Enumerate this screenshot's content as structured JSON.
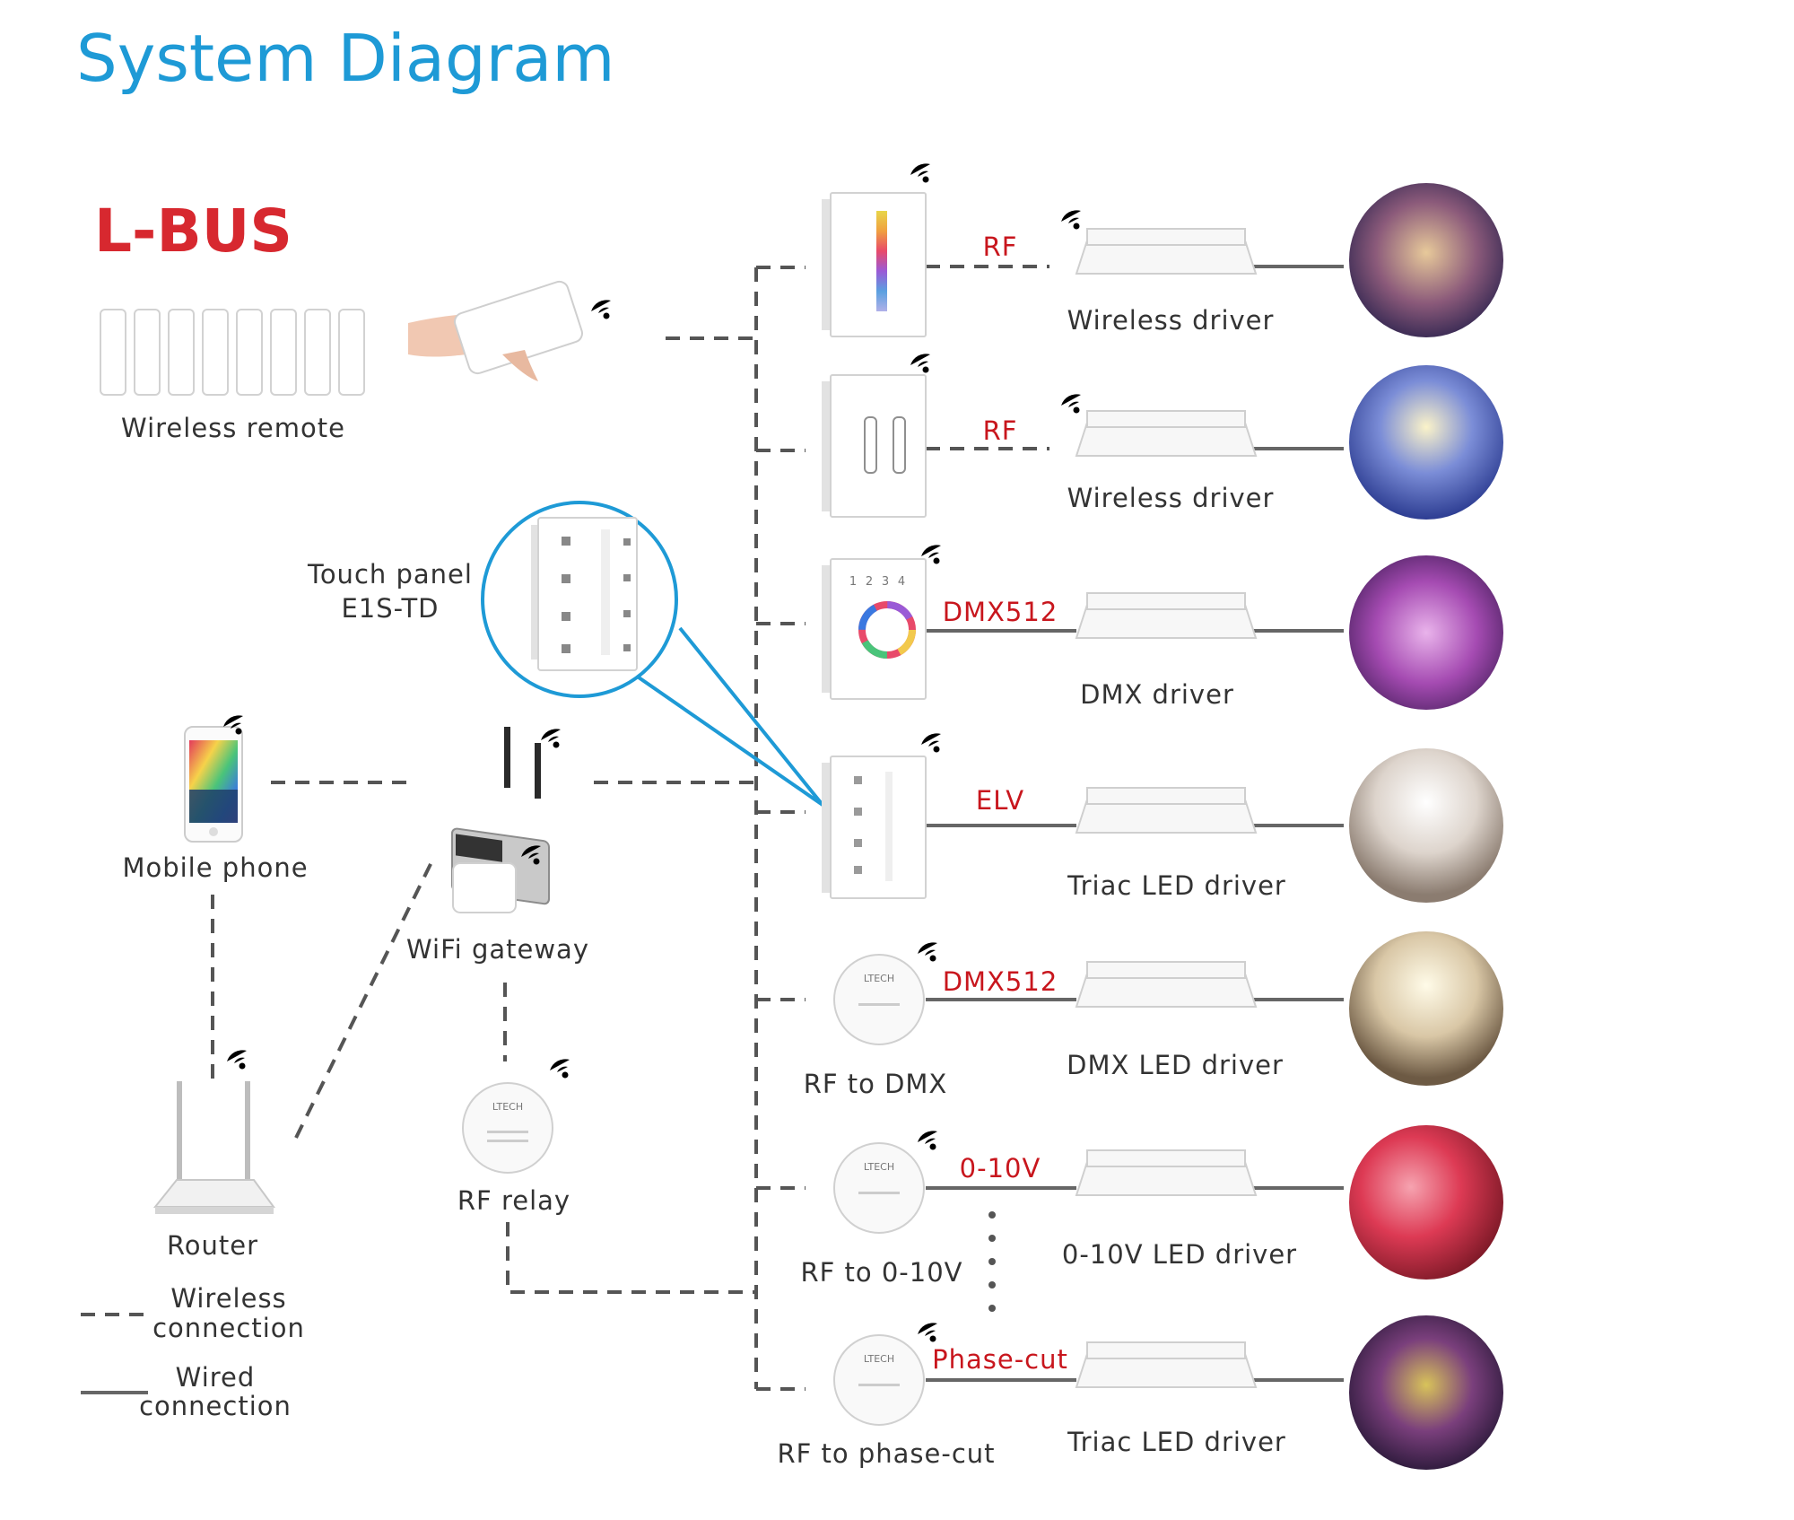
{
  "title": "System Diagram",
  "logo": "L-BUS",
  "devices": {
    "wireless_remote": "Wireless remote",
    "touch_panel_line1": "Touch panel",
    "touch_panel_line2": "E1S-TD",
    "mobile_phone": "Mobile phone",
    "wifi_gateway": "WiFi gateway",
    "router": "Router",
    "rf_relay": "RF relay",
    "rf_to_dmx": "RF to DMX",
    "rf_to_010v": "RF to 0-10V",
    "rf_to_phasecut": "RF to phase-cut"
  },
  "drivers": [
    {
      "label": "Wireless driver",
      "protocol": "RF"
    },
    {
      "label": "Wireless driver",
      "protocol": "RF"
    },
    {
      "label": "DMX driver",
      "protocol": "DMX512"
    },
    {
      "label": "Triac LED driver",
      "protocol": "ELV"
    },
    {
      "label": "DMX LED driver",
      "protocol": "DMX512"
    },
    {
      "label": "0-10V LED driver",
      "protocol": "0-10V"
    },
    {
      "label": "Triac LED driver",
      "protocol": "Phase-cut"
    }
  ],
  "legend": {
    "wireless_line1": "Wireless",
    "wireless_line2": "connection",
    "wired_line1": "Wired",
    "wired_line2": "connection"
  },
  "panel_numbers": [
    "1",
    "2",
    "3",
    "4"
  ],
  "colors": {
    "title": "#1e9ad6",
    "logo": "#d7282f",
    "protocol": "#c8161d",
    "wifi": "#1e9ad6",
    "callout": "#1e9ad6"
  }
}
